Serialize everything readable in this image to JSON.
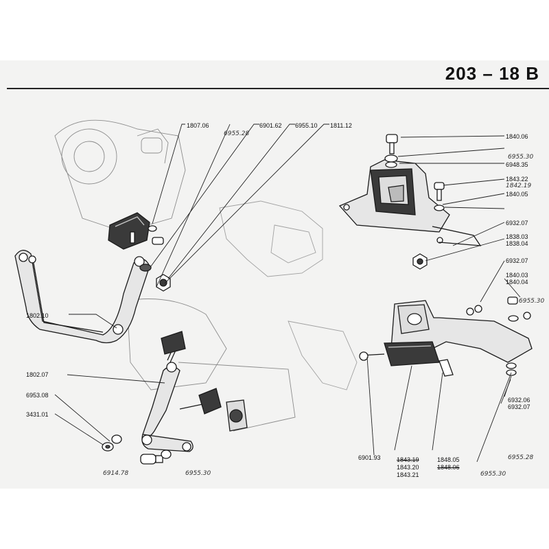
{
  "header": {
    "title": "203 – 18 B"
  },
  "labels": {
    "l180706": "1807.06",
    "l695528a": "6955.28",
    "l690162": "6901.62",
    "l695510": "6955.10",
    "l181112": "1811.12",
    "l184006": "1840.06",
    "l695530a": "6955.30",
    "l694835": "6948.35",
    "l184322": "1843.22",
    "l184219": "1842.19",
    "l184005": "1840.05",
    "l6932_07a": "6932.07",
    "l183803": "1838.03",
    "l183804": "1838.04",
    "l6932_07b": "6932.07",
    "l184003": "1840.03",
    "l184004": "1840.04",
    "l695530b": "6955.30",
    "l180210": "1802.10",
    "l180207": "1802.07",
    "l695308": "6953.08",
    "l343101": "3431.01",
    "l691478": "6914.78",
    "l695530c": "6955.30",
    "l690193": "6901.93",
    "l184319": "1843.19",
    "l184320": "1843.20",
    "l184321": "1843.21",
    "l184805": "1848.05",
    "l184806": "1848.06",
    "l6932_06": "6932.06",
    "l6932_07c": "6932.07",
    "l695528b": "6955.28",
    "l695530d": "6955.30"
  },
  "colors": {
    "paper": "#f3f3f2",
    "ink": "#111111",
    "shade": "#444444",
    "faint": "#9a9a9a"
  }
}
